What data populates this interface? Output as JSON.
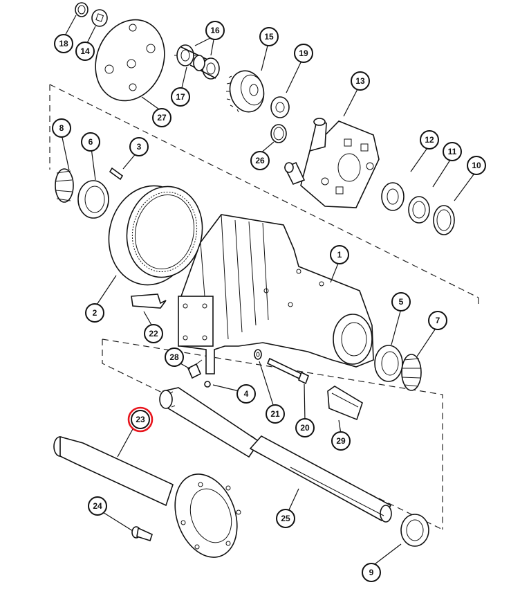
{
  "highlight_color": "#e8141c",
  "highlighted_part": "23",
  "callouts": [
    {
      "id": "c1",
      "label": "1"
    },
    {
      "id": "c2",
      "label": "2"
    },
    {
      "id": "c3",
      "label": "3"
    },
    {
      "id": "c4",
      "label": "4"
    },
    {
      "id": "c5",
      "label": "5"
    },
    {
      "id": "c6",
      "label": "6"
    },
    {
      "id": "c7",
      "label": "7"
    },
    {
      "id": "c8",
      "label": "8"
    },
    {
      "id": "c9",
      "label": "9"
    },
    {
      "id": "c10",
      "label": "10"
    },
    {
      "id": "c11",
      "label": "11"
    },
    {
      "id": "c12",
      "label": "12"
    },
    {
      "id": "c13",
      "label": "13"
    },
    {
      "id": "c14",
      "label": "14"
    },
    {
      "id": "c15",
      "label": "15"
    },
    {
      "id": "c16",
      "label": "16"
    },
    {
      "id": "c17",
      "label": "17"
    },
    {
      "id": "c18",
      "label": "18"
    },
    {
      "id": "c19",
      "label": "19"
    },
    {
      "id": "c20",
      "label": "20"
    },
    {
      "id": "c21",
      "label": "21"
    },
    {
      "id": "c22",
      "label": "22"
    },
    {
      "id": "c23",
      "label": "23"
    },
    {
      "id": "c24",
      "label": "24"
    },
    {
      "id": "c25",
      "label": "25"
    },
    {
      "id": "c26",
      "label": "26"
    },
    {
      "id": "c27",
      "label": "27"
    },
    {
      "id": "c28",
      "label": "28"
    },
    {
      "id": "c29",
      "label": "29"
    }
  ]
}
